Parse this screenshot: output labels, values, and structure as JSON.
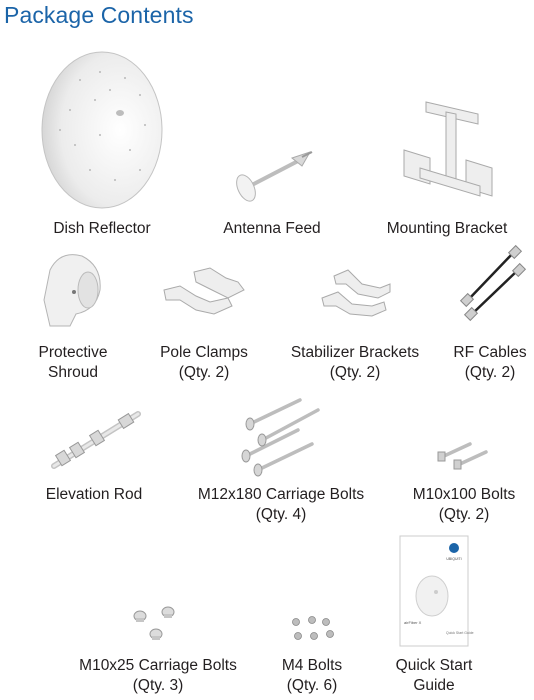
{
  "page": {
    "title": "Package Contents"
  },
  "items": [
    {
      "name": "Dish Reflector",
      "qty": "",
      "icon": "dish-reflector-icon"
    },
    {
      "name": "Antenna Feed",
      "qty": "",
      "icon": "antenna-feed-icon"
    },
    {
      "name": "Mounting Bracket",
      "qty": "",
      "icon": "mounting-bracket-icon"
    },
    {
      "name": "Protective",
      "name2": "Shroud",
      "qty": "",
      "icon": "protective-shroud-icon"
    },
    {
      "name": "Pole Clamps",
      "qty": "(Qty. 2)",
      "icon": "pole-clamps-icon"
    },
    {
      "name": "Stabilizer Brackets",
      "qty": "(Qty. 2)",
      "icon": "stabilizer-brackets-icon"
    },
    {
      "name": "RF Cables",
      "qty": "(Qty. 2)",
      "icon": "rf-cables-icon"
    },
    {
      "name": "Elevation Rod",
      "qty": "",
      "icon": "elevation-rod-icon"
    },
    {
      "name": "M12x180 Carriage Bolts",
      "qty": "(Qty. 4)",
      "icon": "m12x180-carriage-bolts-icon"
    },
    {
      "name": "M10x100 Bolts",
      "qty": "(Qty. 2)",
      "icon": "m10x100-bolts-icon"
    },
    {
      "name": "M10x25 Carriage Bolts",
      "qty": "(Qty. 3)",
      "icon": "m10x25-carriage-bolts-icon"
    },
    {
      "name": "M4 Bolts",
      "qty": "(Qty. 6)",
      "icon": "m4-bolts-icon"
    },
    {
      "name": "Quick Start",
      "name2": "Guide",
      "qty": "",
      "icon": "quick-start-guide-icon"
    }
  ],
  "guide": {
    "brand": "UBIQUITI",
    "product": "airFiber X",
    "subtitle": "Quick Start Guide"
  }
}
